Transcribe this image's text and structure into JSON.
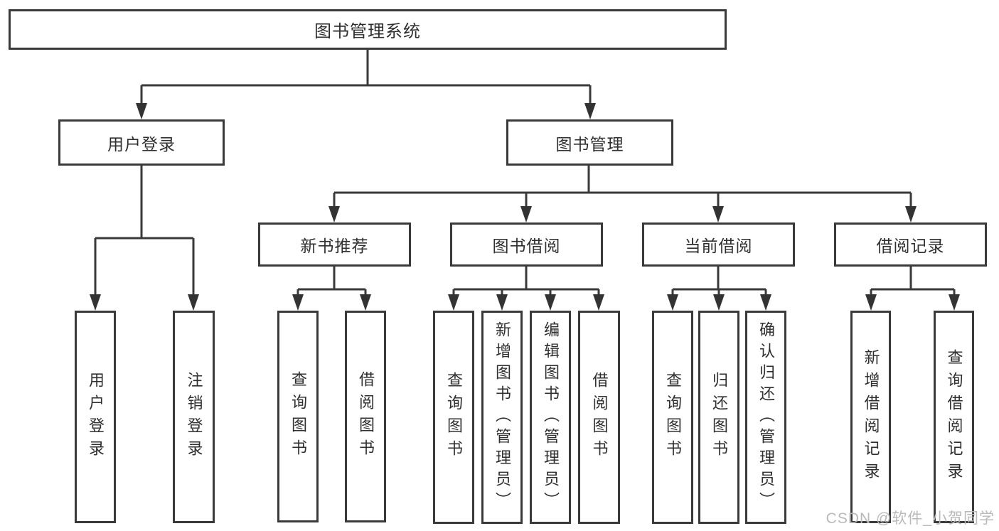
{
  "tree": {
    "root": {
      "label": "图书管理系统"
    },
    "branches": [
      {
        "label": "用户登录",
        "children": [
          {
            "label": "用户登录"
          },
          {
            "label": "注销登录"
          }
        ]
      },
      {
        "label": "图书管理",
        "children": [
          {
            "label": "新书推荐",
            "children": [
              {
                "label": "查询图书"
              },
              {
                "label": "借阅图书"
              }
            ]
          },
          {
            "label": "图书借阅",
            "children": [
              {
                "label": "查询图书"
              },
              {
                "label": "新增图书（管理员）"
              },
              {
                "label": "编辑图书（管理员）"
              },
              {
                "label": "借阅图书"
              }
            ]
          },
          {
            "label": "当前借阅",
            "children": [
              {
                "label": "查询图书"
              },
              {
                "label": "归还图书"
              },
              {
                "label": "确认归还（管理员）"
              }
            ]
          },
          {
            "label": "借阅记录",
            "children": [
              {
                "label": "新增借阅记录"
              },
              {
                "label": "查询借阅记录"
              }
            ]
          }
        ]
      }
    ]
  },
  "watermark": {
    "text": "CSDN @软件_小贺同学"
  },
  "colors": {
    "line": "#3a3a3a",
    "box_border": "#3a3a3a",
    "text": "#2f2f2f",
    "background": "#ffffff",
    "watermark": "#b9b9b9"
  }
}
